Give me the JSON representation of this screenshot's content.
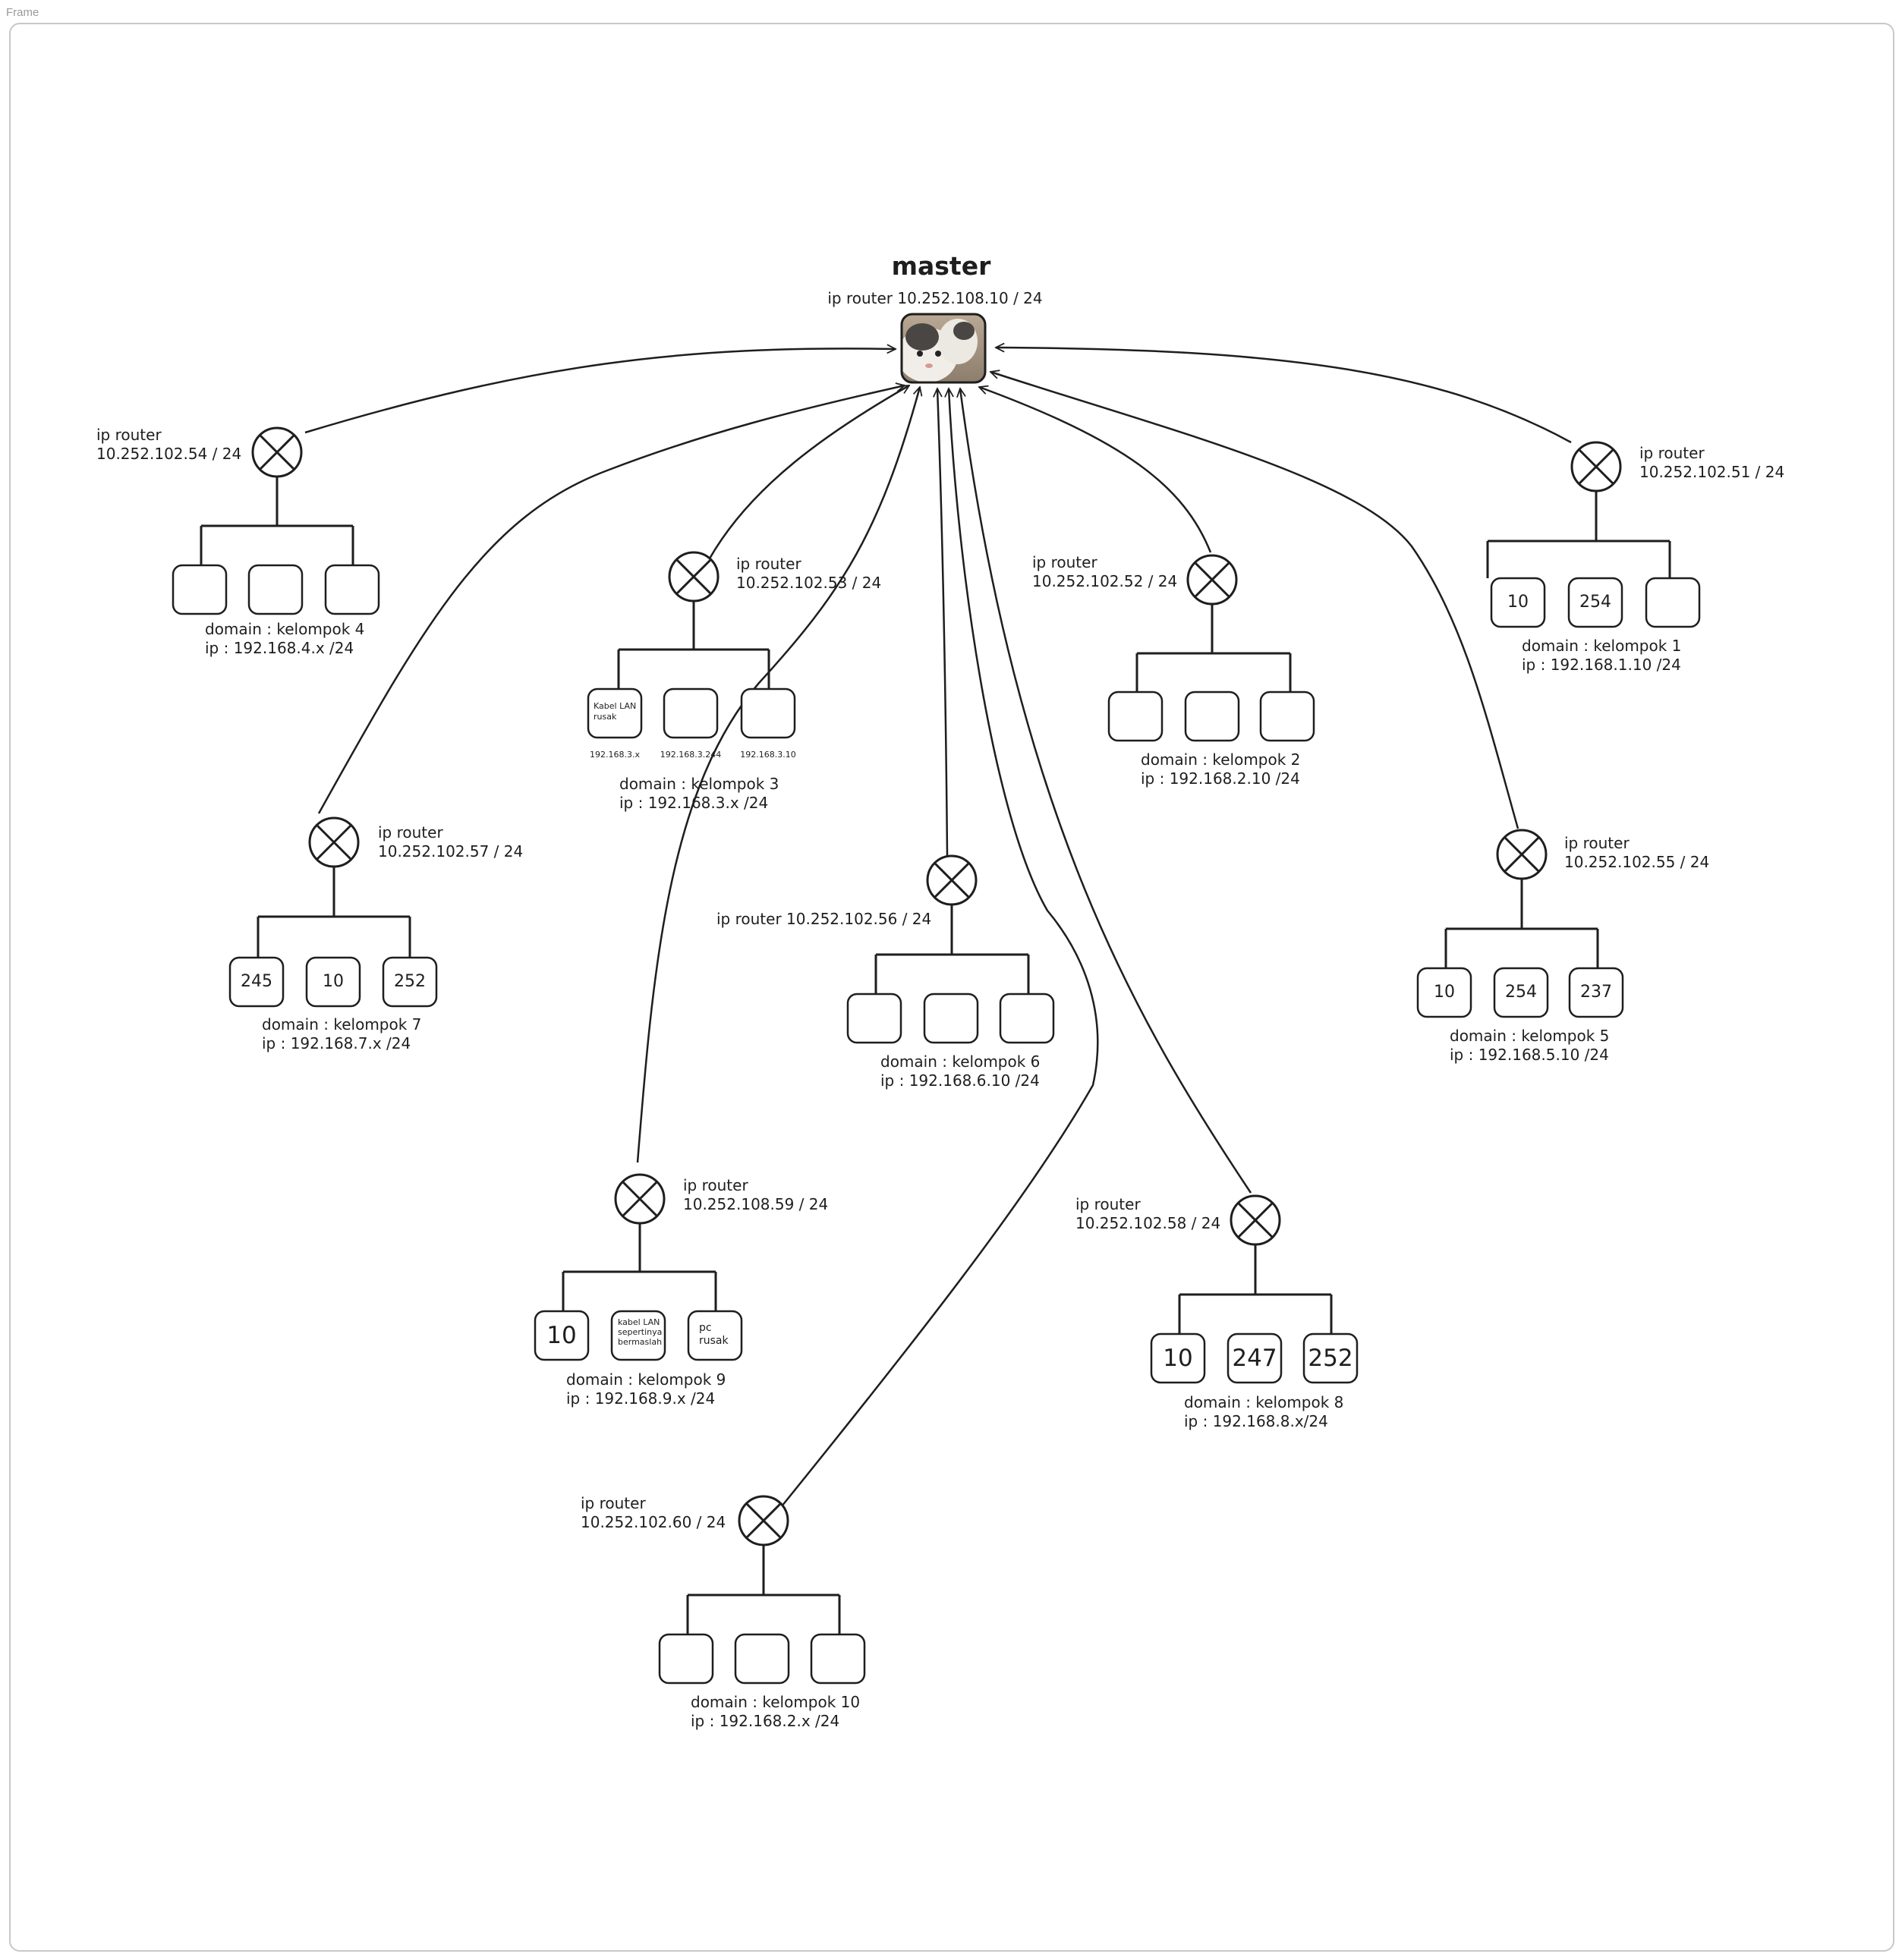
{
  "frame": {
    "label": "Frame"
  },
  "master": {
    "title": "master",
    "ip_label": "ip router 10.252.108.10 / 24",
    "avatar": "cat-photo"
  },
  "groups": {
    "g1": {
      "router_label": "ip router",
      "router_ip": "10.252.102.51 / 24",
      "pcs": [
        "10",
        "254",
        ""
      ],
      "domain": "domain : kelompok 1",
      "ip": "ip : 192.168.1.10 /24"
    },
    "g2": {
      "router_label": "ip router",
      "router_ip": "10.252.102.52 / 24",
      "pcs": [
        "",
        "",
        ""
      ],
      "domain": "domain : kelompok 2",
      "ip": "ip : 192.168.2.10 /24"
    },
    "g3": {
      "router_label": "ip router",
      "router_ip": "10.252.102.53 / 24",
      "pcs": [
        "",
        "",
        ""
      ],
      "pc_note": [
        "Kabel LAN",
        "rusak"
      ],
      "pc_ips": [
        "192.168.3.x",
        "192.168.3.244",
        "192.168.3.10"
      ],
      "domain": "domain : kelompok 3",
      "ip": "ip : 192.168.3.x /24"
    },
    "g4": {
      "router_label": "ip router",
      "router_ip": "10.252.102.54 / 24",
      "pcs": [
        "",
        "",
        ""
      ],
      "domain": "domain : kelompok 4",
      "ip": "ip : 192.168.4.x /24"
    },
    "g5": {
      "router_label": "ip router",
      "router_ip": "10.252.102.55 / 24",
      "pcs": [
        "10",
        "254",
        "237"
      ],
      "domain": "domain : kelompok 5",
      "ip": "ip : 192.168.5.10 /24"
    },
    "g6": {
      "router_label": "ip router 10.252.102.56 / 24",
      "pcs": [
        "",
        "",
        ""
      ],
      "domain": "domain : kelompok 6",
      "ip": "ip : 192.168.6.10 /24"
    },
    "g7": {
      "router_label": "ip router",
      "router_ip": "10.252.102.57 / 24",
      "pcs": [
        "245",
        "10",
        "252"
      ],
      "domain": "domain : kelompok 7",
      "ip": "ip : 192.168.7.x /24"
    },
    "g8": {
      "router_label": "ip router",
      "router_ip": "10.252.102.58 / 24",
      "pcs": [
        "10",
        "247",
        "252"
      ],
      "domain": "domain : kelompok 8",
      "ip": "ip : 192.168.8.x/24"
    },
    "g9": {
      "router_label": "ip router",
      "router_ip": "10.252.108.59 / 24",
      "pcs": [
        "10",
        "",
        ""
      ],
      "pc_note_2": [
        "kabel LAN",
        "sepertinya",
        "bermaslah"
      ],
      "pc_note_3": [
        "pc",
        "rusak"
      ],
      "domain": "domain : kelompok 9",
      "ip": "ip : 192.168.9.x /24"
    },
    "g10": {
      "router_label": "ip router",
      "router_ip": "10.252.102.60 / 24",
      "pcs": [
        "",
        "",
        ""
      ],
      "domain": "domain : kelompok 10",
      "ip": "ip : 192.168.2.x /24"
    }
  }
}
